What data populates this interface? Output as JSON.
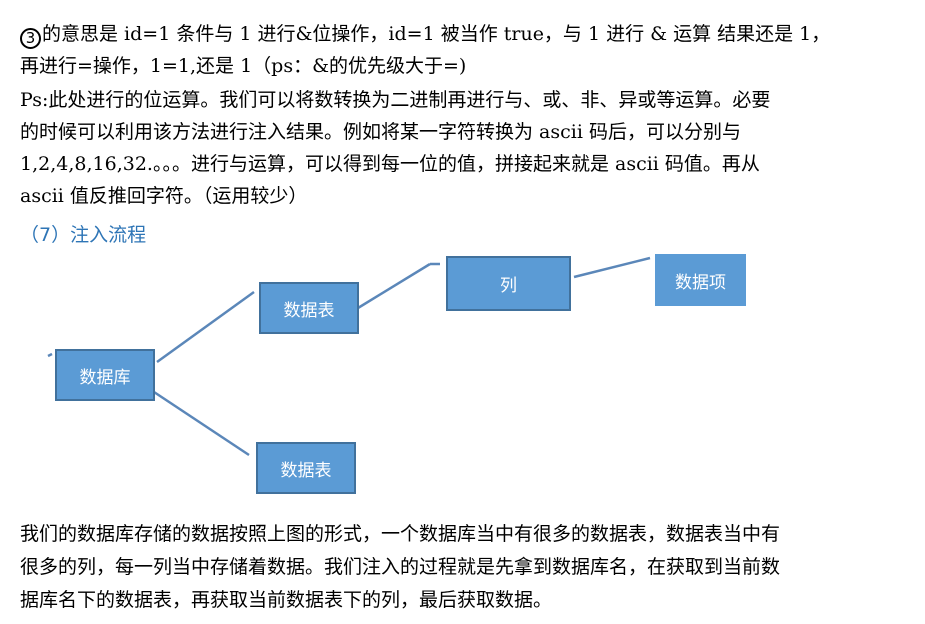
{
  "intro": {
    "circle_num": "3",
    "line1": "的意思是 id=1 条件与 1 进行&位操作，id=1 被当作 true，与 1 进行 & 运算 结果还是 1，",
    "line2": "再进行=操作，1=1,还是 1（ps：&的优先级大于=)"
  },
  "ps_paragraph": {
    "line1": "Ps:此处进行的位运算。我们可以将数转换为二进制再进行与、或、非、异或等运算。必要",
    "line2": "的时候可以利用该方法进行注入结果。例如将某一字符转换为 ascii 码后，可以分别与",
    "line3": "1,2,4,8,16,32.。。。进行与运算，可以得到每一位的值，拼接起来就是 ascii 码值。再从",
    "line4": "ascii 值反推回字符。（运用较少）"
  },
  "section_heading": "（7）注入流程",
  "diagram": {
    "nodes": {
      "database": "数据库",
      "table_top": "数据表",
      "table_bottom": "数据表",
      "column": "列",
      "data_item": "数据项"
    },
    "colors": {
      "fill": "#5b9bd5",
      "border": "#41719c",
      "connector": "#5b87b9"
    }
  },
  "summary": {
    "line1": "我们的数据库存储的数据按照上图的形式，一个数据库当中有很多的数据表，数据表当中有",
    "line2": "很多的列，每一列当中存储着数据。我们注入的过程就是先拿到数据库名，在获取到当前数",
    "line3": "据库名下的数据表，再获取当前数据表下的列，最后获取数据。"
  }
}
